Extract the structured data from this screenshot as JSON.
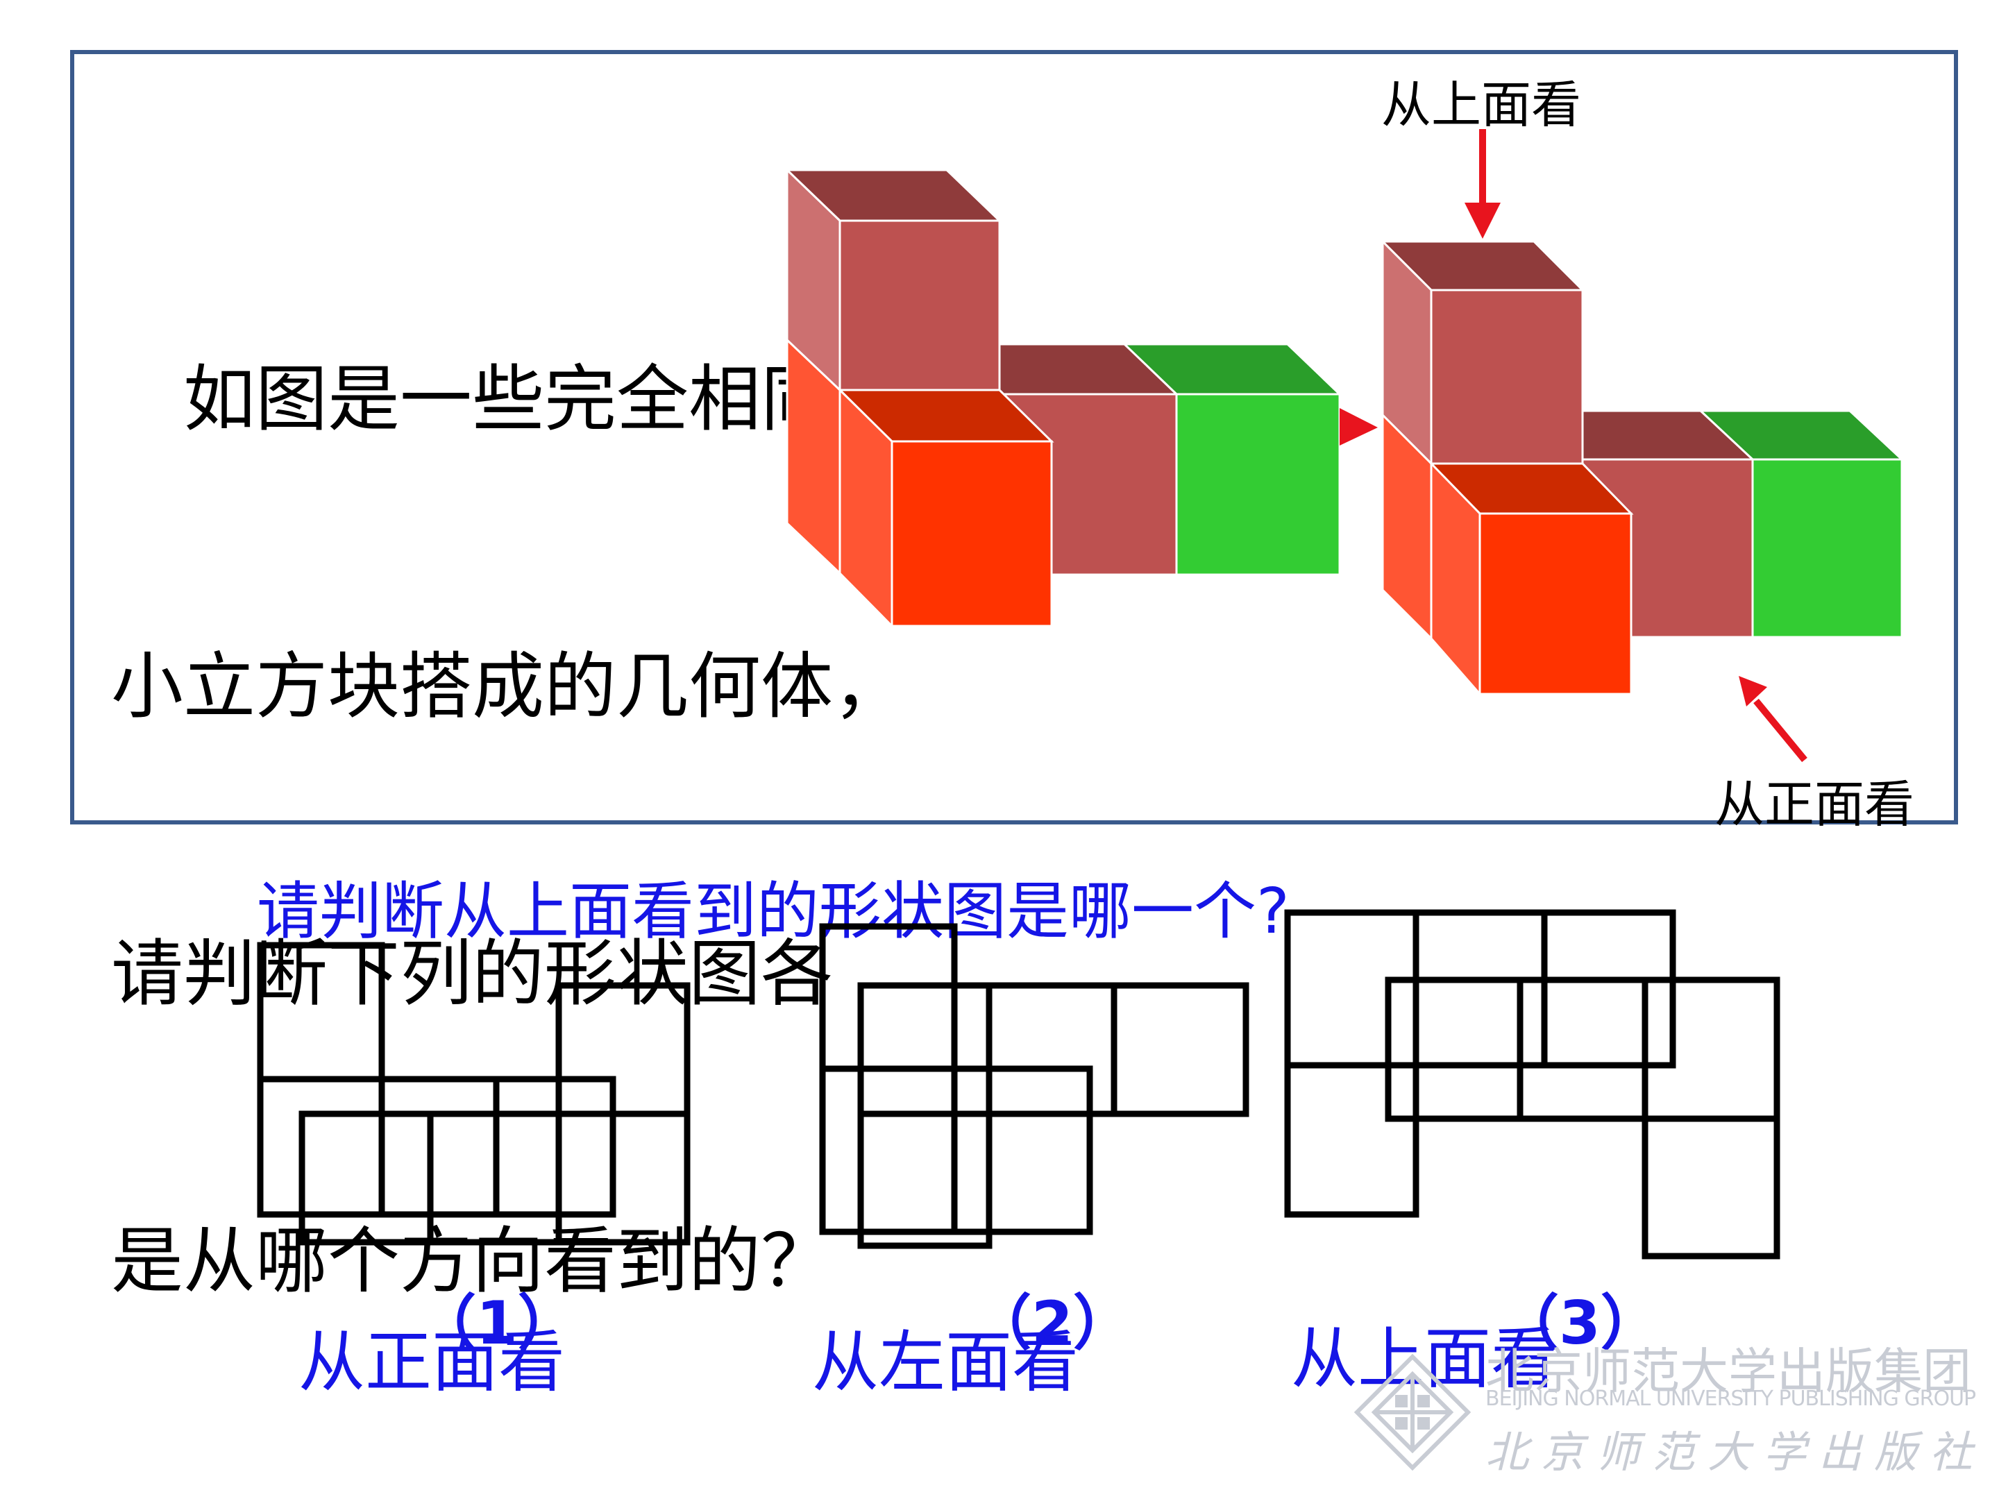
{
  "intro_lines": [
    "　如图是一些完全相同的",
    "小立方块搭成的几何体，",
    "请判断下列的形状图各",
    "是从哪个方向看到的？"
  ],
  "labels": {
    "top_view": "从上面看",
    "front_view": "从正面看"
  },
  "question": "请判断从上面看到的形状图是哪一个?",
  "options": [
    {
      "number": "（1）",
      "view": "从正面看"
    },
    {
      "number": "（2）",
      "view": "从左面看"
    },
    {
      "number": "（3）",
      "view": "从上面看"
    }
  ],
  "publisher": {
    "name_cn": "北京师范大学出版集团",
    "name_en": "BEIJING NORMAL UNIVERSITY PUBLISHING GROUP",
    "name_cn_script": "北京师范大学出版社"
  },
  "colors": {
    "frame": "#3a5a8c",
    "question_text": "#1515e6",
    "arrow": "#e8141e",
    "cube_maroon_front": "#bd5150",
    "cube_maroon_top": "#8f3b3b",
    "cube_maroon_side": "#cc7070",
    "cube_orange_front": "#ff3300",
    "cube_orange_top": "#cc2a00",
    "cube_orange_side": "#ff5533",
    "cube_green_front": "#33cc33",
    "cube_green_top": "#2a9e2a",
    "publisher_watermark": "#c8ccd4"
  }
}
